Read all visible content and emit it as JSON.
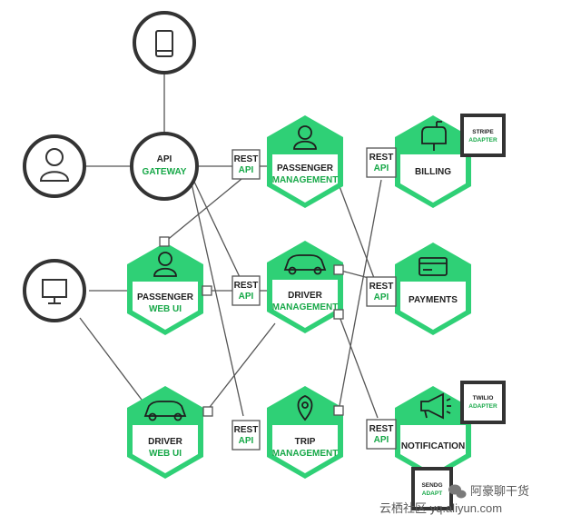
{
  "gateway": {
    "title": "API",
    "subtitle": "GATEWAY"
  },
  "services": {
    "passenger_management": {
      "title": "PASSENGER",
      "subtitle": "MANAGEMENT"
    },
    "driver_management": {
      "title": "DRIVER",
      "subtitle": "MANAGEMENT"
    },
    "trip_management": {
      "title": "TRIP",
      "subtitle": "MANAGEMENT"
    },
    "passenger_web_ui": {
      "title": "PASSENGER",
      "subtitle": "WEB UI"
    },
    "driver_web_ui": {
      "title": "DRIVER",
      "subtitle": "WEB UI"
    },
    "billing": {
      "title": "BILLING"
    },
    "payments": {
      "title": "PAYMENTS"
    },
    "notification": {
      "title": "NOTIFICATION"
    }
  },
  "rest_api": {
    "line1": "REST",
    "line2": "API"
  },
  "adapters": {
    "stripe": {
      "line1": "STRIPE",
      "line2": "ADAPTER"
    },
    "twilio": {
      "line1": "TWILIO",
      "line2": "ADAPTER"
    },
    "sendgrid": {
      "line1": "SENDG",
      "line2": "ADAPT"
    }
  },
  "watermark": {
    "text1": "阿豪聊干货",
    "text2": "云栖社区 yq.aliyun.com"
  },
  "colors": {
    "accent": "#2fd076",
    "accent_text": "#17a848",
    "line": "#555555",
    "dark": "#333333"
  }
}
